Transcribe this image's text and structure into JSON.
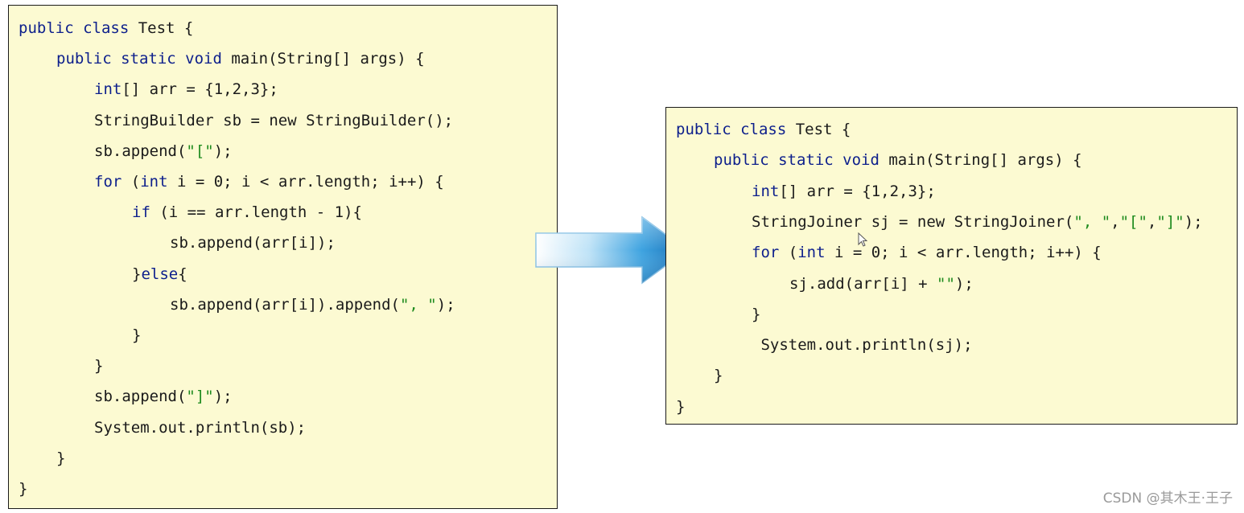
{
  "left_panel": {
    "lines": [
      {
        "indent": 0,
        "tokens": [
          {
            "t": "public class",
            "c": "kw"
          },
          {
            "t": " Test {",
            "c": "plain"
          }
        ]
      },
      {
        "indent": 1,
        "tokens": [
          {
            "t": "public static void",
            "c": "kw"
          },
          {
            "t": " main(String[] args) {",
            "c": "plain"
          }
        ]
      },
      {
        "indent": 2,
        "tokens": [
          {
            "t": "int",
            "c": "kw"
          },
          {
            "t": "[] arr = {1,2,3};",
            "c": "plain"
          }
        ]
      },
      {
        "indent": 2,
        "tokens": [
          {
            "t": "StringBuilder sb = new StringBuilder();",
            "c": "plain"
          }
        ]
      },
      {
        "indent": 2,
        "tokens": [
          {
            "t": "sb.append(",
            "c": "plain"
          },
          {
            "t": "\"[\"",
            "c": "str"
          },
          {
            "t": ");",
            "c": "plain"
          }
        ]
      },
      {
        "indent": 2,
        "tokens": [
          {
            "t": "for",
            "c": "kw"
          },
          {
            "t": " (",
            "c": "plain"
          },
          {
            "t": "int",
            "c": "kw"
          },
          {
            "t": " i = 0; i < arr.length; i++) {",
            "c": "plain"
          }
        ]
      },
      {
        "indent": 3,
        "tokens": [
          {
            "t": "if",
            "c": "kw"
          },
          {
            "t": " (i == arr.length - 1){",
            "c": "plain"
          }
        ]
      },
      {
        "indent": 4,
        "tokens": [
          {
            "t": "sb.append(arr[i]);",
            "c": "plain"
          }
        ]
      },
      {
        "indent": 3,
        "tokens": [
          {
            "t": "}",
            "c": "plain"
          },
          {
            "t": "else",
            "c": "kw"
          },
          {
            "t": "{",
            "c": "plain"
          }
        ]
      },
      {
        "indent": 4,
        "tokens": [
          {
            "t": "sb.append(arr[i]).append(",
            "c": "plain"
          },
          {
            "t": "\", \"",
            "c": "str"
          },
          {
            "t": ");",
            "c": "plain"
          }
        ]
      },
      {
        "indent": 3,
        "tokens": [
          {
            "t": "}",
            "c": "plain"
          }
        ]
      },
      {
        "indent": 2,
        "tokens": [
          {
            "t": "}",
            "c": "plain"
          }
        ]
      },
      {
        "indent": 2,
        "tokens": [
          {
            "t": "sb.append(",
            "c": "plain"
          },
          {
            "t": "\"]\"",
            "c": "str"
          },
          {
            "t": ");",
            "c": "plain"
          }
        ]
      },
      {
        "indent": 2,
        "tokens": [
          {
            "t": "System.out.println(sb);",
            "c": "plain"
          }
        ]
      },
      {
        "indent": 1,
        "tokens": [
          {
            "t": "}",
            "c": "plain"
          }
        ]
      },
      {
        "indent": 0,
        "tokens": [
          {
            "t": "}",
            "c": "plain"
          }
        ]
      }
    ]
  },
  "right_panel": {
    "lines": [
      {
        "indent": 0,
        "tokens": [
          {
            "t": "public class",
            "c": "kw"
          },
          {
            "t": " Test {",
            "c": "plain"
          }
        ]
      },
      {
        "indent": 1,
        "tokens": [
          {
            "t": "public static void",
            "c": "kw"
          },
          {
            "t": " main(String[] args) {",
            "c": "plain"
          }
        ]
      },
      {
        "indent": 2,
        "tokens": [
          {
            "t": "int",
            "c": "kw"
          },
          {
            "t": "[] arr = {1,2,3};",
            "c": "plain"
          }
        ]
      },
      {
        "indent": 2,
        "tokens": [
          {
            "t": "StringJoiner sj = new StringJoiner(",
            "c": "plain"
          },
          {
            "t": "\", \"",
            "c": "str"
          },
          {
            "t": ",",
            "c": "plain"
          },
          {
            "t": "\"[\"",
            "c": "str"
          },
          {
            "t": ",",
            "c": "plain"
          },
          {
            "t": "\"]\"",
            "c": "str"
          },
          {
            "t": ");",
            "c": "plain"
          }
        ]
      },
      {
        "indent": 2,
        "tokens": [
          {
            "t": "for",
            "c": "kw"
          },
          {
            "t": " (",
            "c": "plain"
          },
          {
            "t": "int",
            "c": "kw"
          },
          {
            "t": " i = 0; i < arr.length; i++) {",
            "c": "plain"
          }
        ]
      },
      {
        "indent": 3,
        "tokens": [
          {
            "t": "sj.add(arr[i] + ",
            "c": "plain"
          },
          {
            "t": "\"\"",
            "c": "str"
          },
          {
            "t": ");",
            "c": "plain"
          }
        ]
      },
      {
        "indent": 2,
        "tokens": [
          {
            "t": "}",
            "c": "plain"
          }
        ]
      },
      {
        "indent": 2,
        "tokens": [
          {
            "t": " System.out.println(sj);",
            "c": "plain"
          }
        ]
      },
      {
        "indent": 1,
        "tokens": [
          {
            "t": "}",
            "c": "plain"
          }
        ]
      },
      {
        "indent": 0,
        "tokens": [
          {
            "t": "}",
            "c": "plain"
          }
        ]
      }
    ]
  },
  "arrow": {
    "icon": "right-arrow-icon",
    "color_start": "#ffffff",
    "color_end": "#1a7bc4"
  },
  "colors": {
    "panel_background": "#fcfad2",
    "keyword": "#0d1f8c",
    "string": "#1d8a1d",
    "plain": "#1a1a1a"
  },
  "watermark": {
    "text": "CSDN @其木王·王子"
  },
  "cursor": {
    "icon": "mouse-pointer-icon"
  }
}
